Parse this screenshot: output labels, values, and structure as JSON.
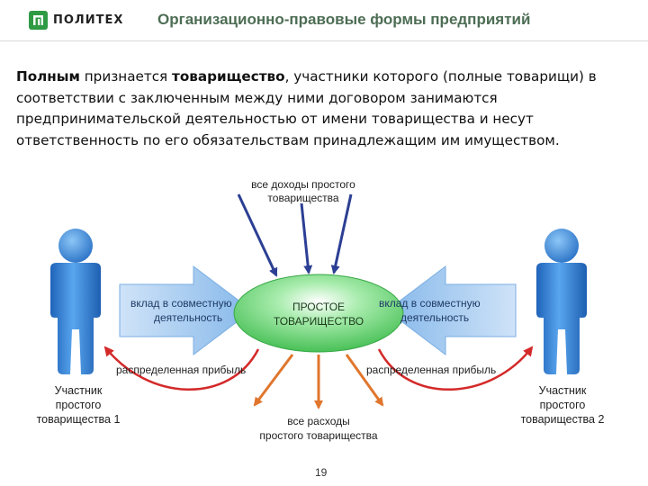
{
  "header": {
    "logo_text": "ПОЛИТЕХ",
    "title": "Организационно-правовые формы предприятий"
  },
  "intro": {
    "lead_bold": "Полным",
    "part1": " признается ",
    "term_bold": "товарищество",
    "part2": ", участники которого (полные товарищи) в соответствии с заключенным между ними договором занимаются предпринимательской деятельностью от имени товарищества и несут ответственность по его обязательствам принадлежащим им имуществом."
  },
  "diagram": {
    "center_line1": "ПРОСТОЕ",
    "center_line2": "ТОВАРИЩЕСТВО",
    "income_line1": "все доходы простого",
    "income_line2": "товарищества",
    "expense_line1": "все расходы",
    "expense_line2": "простого товарищества",
    "contribution_left_line1": "вклад в совместную",
    "contribution_left_line2": "деятельность",
    "contribution_right_line1": "вклад в совместную",
    "contribution_right_line2": "деятельность",
    "profit_left": "распределенная прибыль",
    "profit_right": "распределенная прибыль",
    "participant1_line1": "Участник",
    "participant1_line2": "простого",
    "participant1_line3": "товарищества 1",
    "participant2_line1": "Участник",
    "participant2_line2": "простого",
    "participant2_line3": "товарищества 2",
    "colors": {
      "person": "#3b86d6",
      "ellipse": "#5fd36a",
      "contribution_arrow": "#9cc6ef",
      "income_arrows": "#2c3f94",
      "expense_arrows": "#e0762d",
      "profit_arrows": "#d42a2a"
    }
  },
  "footer": {
    "page_number": "19"
  }
}
